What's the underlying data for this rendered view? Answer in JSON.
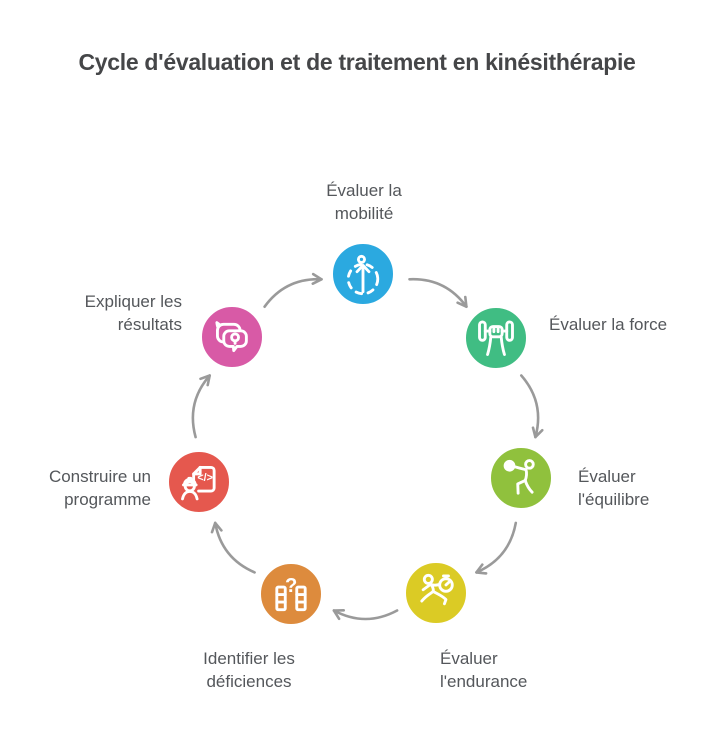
{
  "title": "Cycle d'évaluation et de traitement en kinésithérapie",
  "steps": [
    {
      "id": "mobilite",
      "label": "Évaluer la\nmobilité",
      "color": "#2BA9E0",
      "icon": "mobility-arrow-icon"
    },
    {
      "id": "force",
      "label": "Évaluer la force",
      "color": "#40BD83",
      "icon": "hand-dumbbell-icon"
    },
    {
      "id": "equilibre",
      "label": "Évaluer\nl'équilibre",
      "color": "#90C13D",
      "icon": "balance-person-icon"
    },
    {
      "id": "endurance",
      "label": "Évaluer\nl'endurance",
      "color": "#DBCB25",
      "icon": "runner-stopwatch-icon"
    },
    {
      "id": "deficiences",
      "label": "Identifier les\ndéficiences",
      "color": "#DD8B3D",
      "icon": "columns-question-icon"
    },
    {
      "id": "programme",
      "label": "Construire un\nprogramme",
      "color": "#E5584E",
      "icon": "engineer-code-document-icon"
    },
    {
      "id": "resultats",
      "label": "Expliquer les\nrésultats",
      "color": "#D85AA6",
      "icon": "speech-bubbles-lightbulb-icon"
    }
  ],
  "flow_direction": "clockwise",
  "colors": {
    "arrow": "#9A9A9A",
    "label_text": "#54575B",
    "title_text": "#454648",
    "background": "#FFFFFF"
  }
}
